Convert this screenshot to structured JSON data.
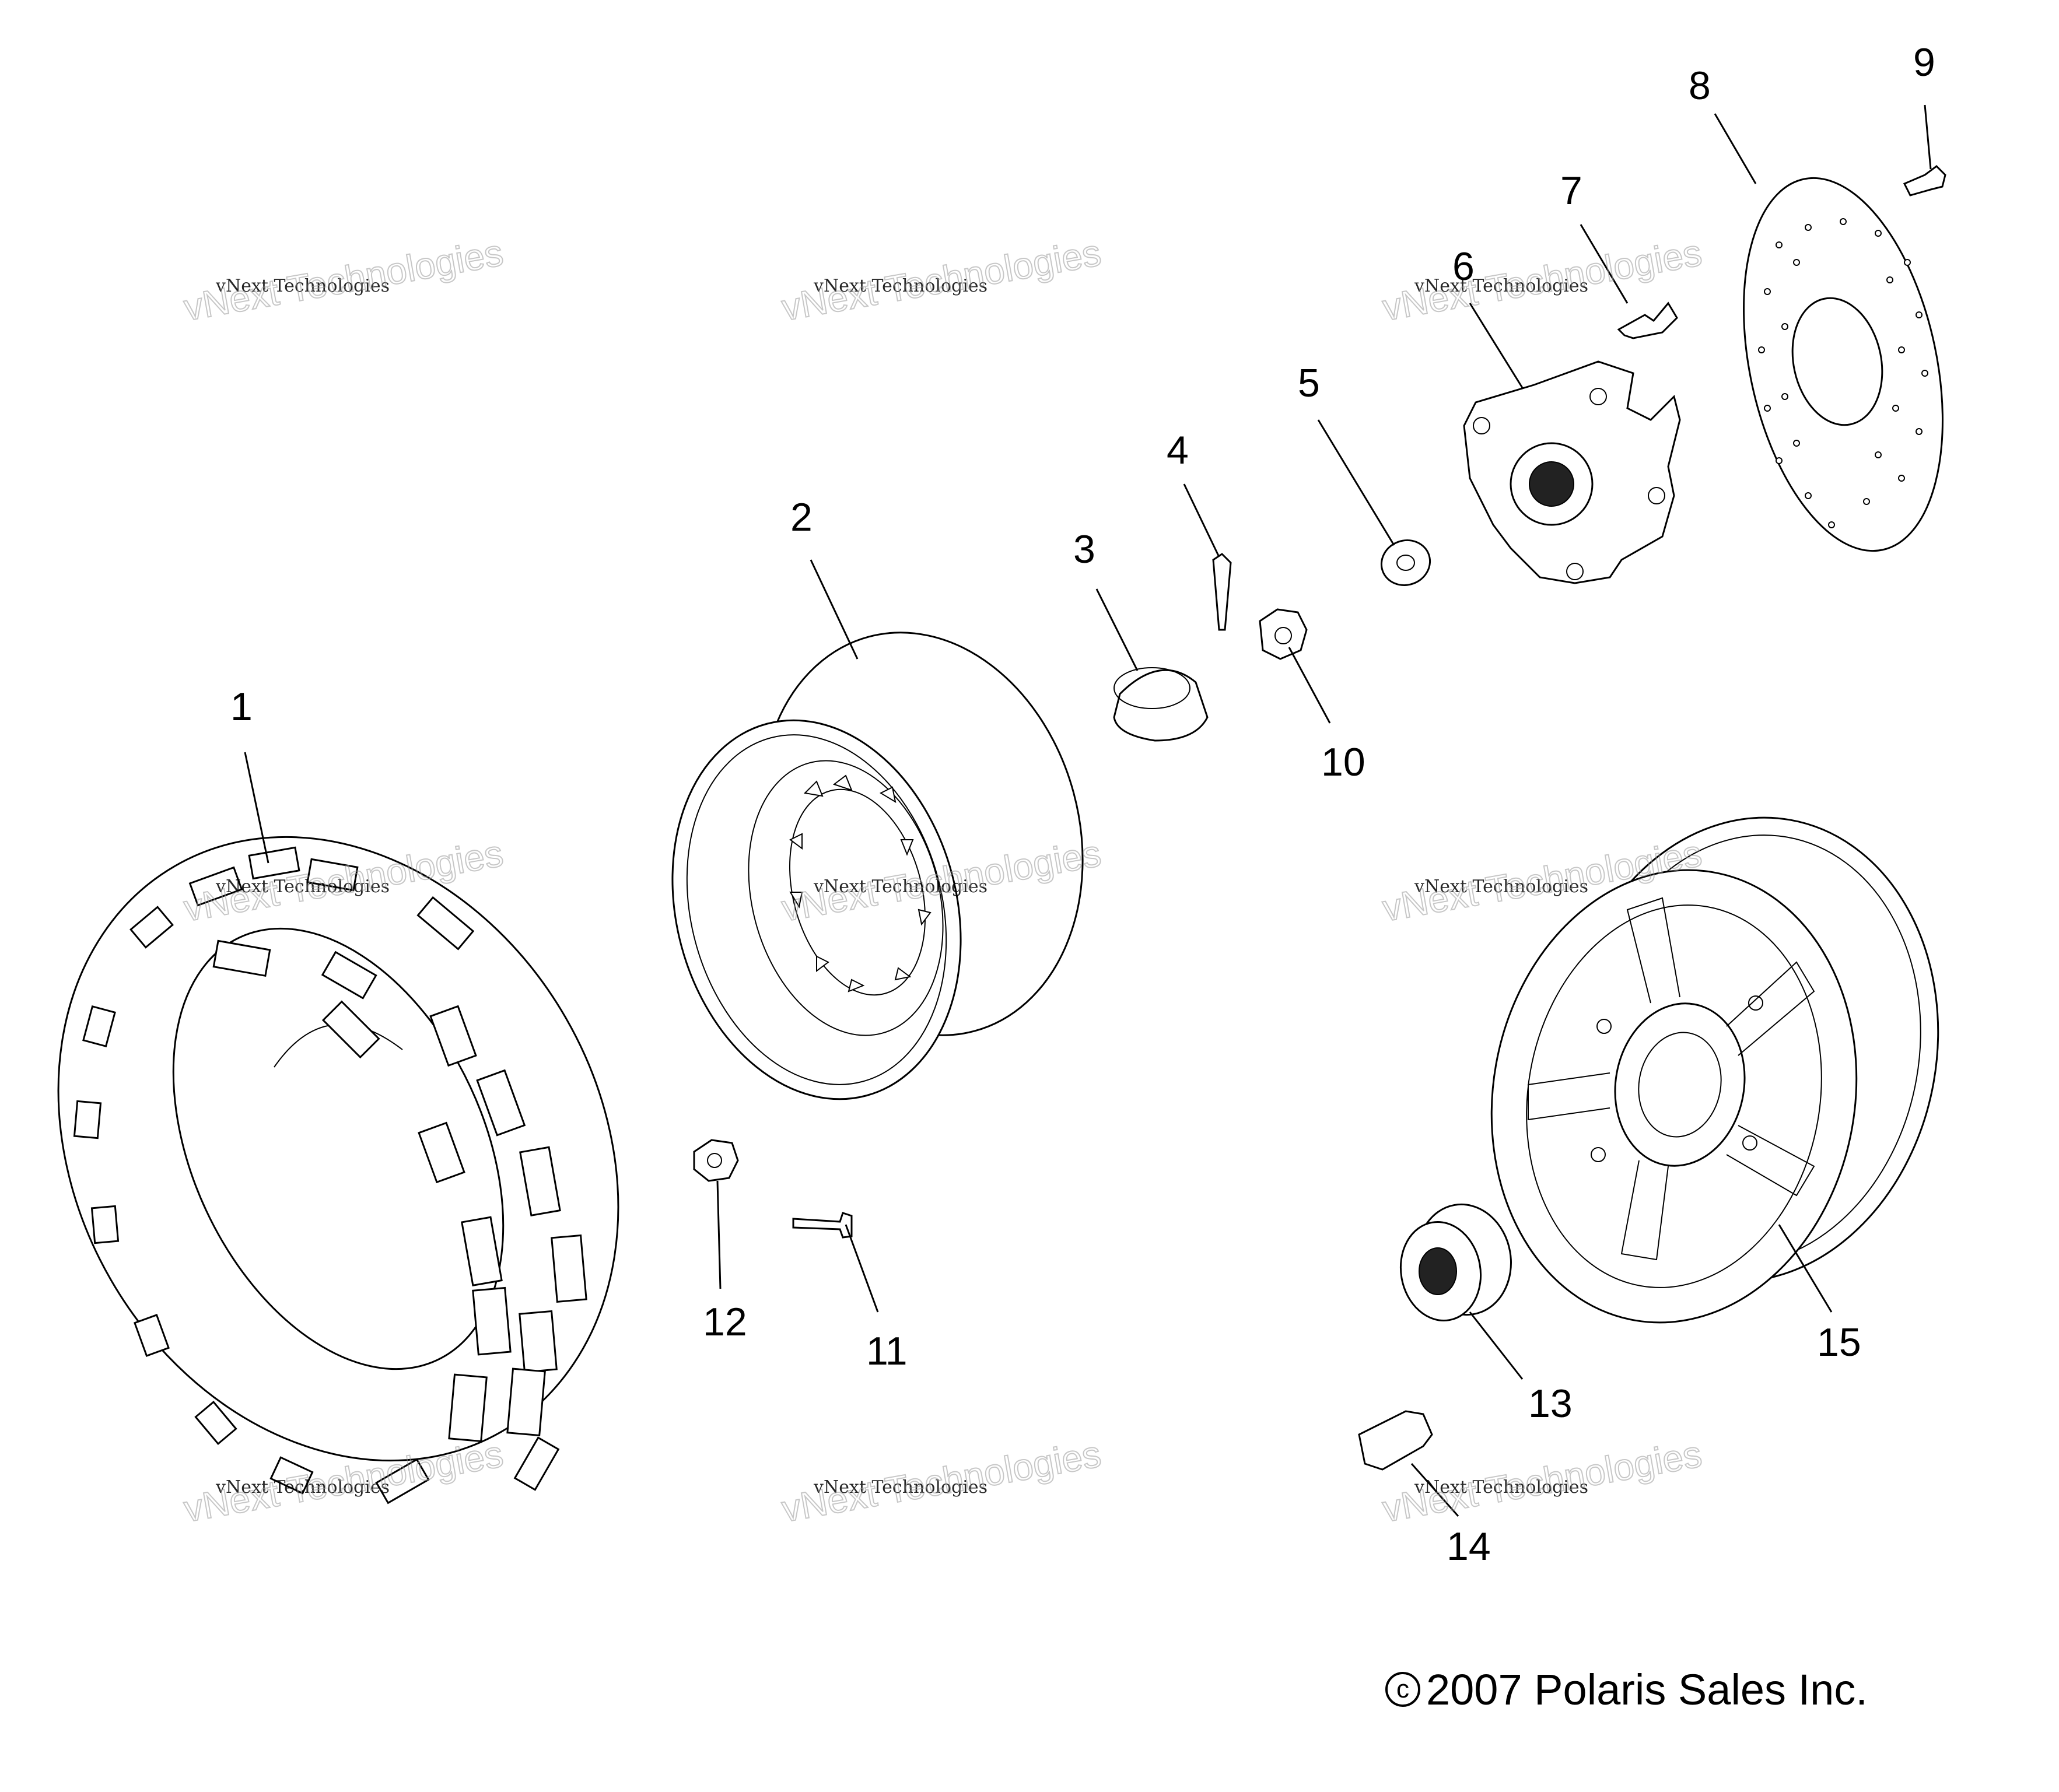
{
  "callouts": [
    "1",
    "2",
    "3",
    "4",
    "5",
    "6",
    "7",
    "8",
    "9",
    "10",
    "11",
    "12",
    "13",
    "14",
    "15"
  ],
  "watermark": {
    "line1": "vNext Technologies",
    "line2": "vNext Technologies"
  },
  "copyright": {
    "symbol": "c",
    "text": "2007 Polaris Sales Inc."
  }
}
